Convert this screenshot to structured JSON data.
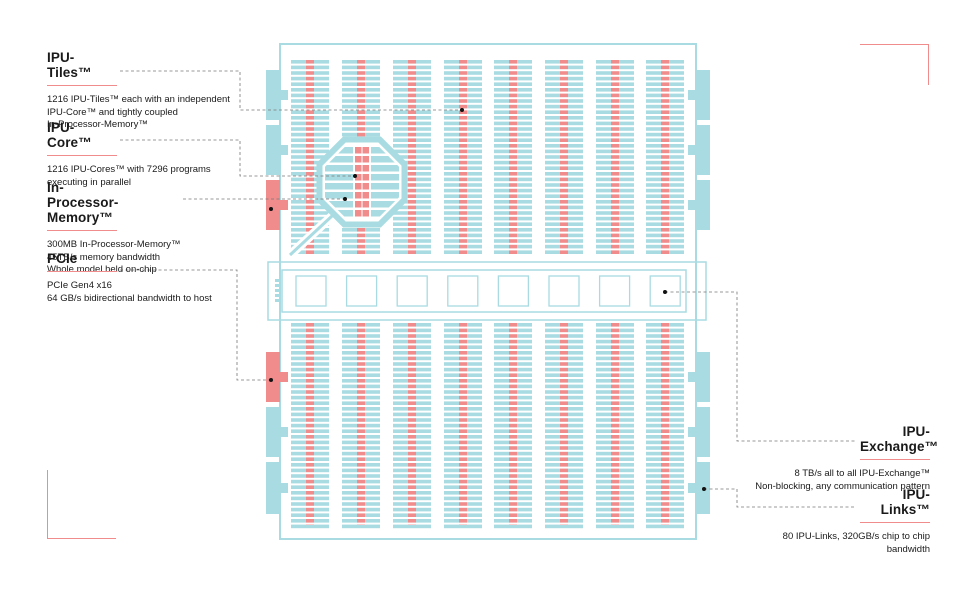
{
  "labels": {
    "tiles": {
      "title": "IPU-Tiles™",
      "lines": [
        "1216 IPU-Tiles™ each with an independent",
        "IPU-Core™ and tightly coupled",
        "In-Processor-Memory™"
      ]
    },
    "core": {
      "title": "IPU-Core™",
      "lines": [
        "1216 IPU-Cores™ with 7296 programs",
        "executing in parallel"
      ]
    },
    "memory": {
      "title": "In-Processor-Memory™",
      "lines": [
        "300MB In-Processor-Memory™",
        "45TB/s memory bandwidth",
        "Whole model held on-chip"
      ]
    },
    "pcie": {
      "title": "PCIe",
      "lines": [
        "PCIe Gen4 x16",
        "64 GB/s bidirectional bandwidth to host"
      ]
    },
    "exchange": {
      "title": "IPU-Exchange™",
      "lines": [
        "8 TB/s all to all IPU-Exchange™",
        "Non-blocking, any communication pattern"
      ]
    },
    "links": {
      "title": "IPU-Links™",
      "lines": [
        "80 IPU-Links, 320GB/s chip to chip",
        "bandwidth"
      ]
    }
  },
  "colors": {
    "chip_outline": "#a8dce2",
    "tile": "#a8dce2",
    "memory": "#f08c8c",
    "leader": "#777777",
    "accent": "#f08c8c"
  }
}
